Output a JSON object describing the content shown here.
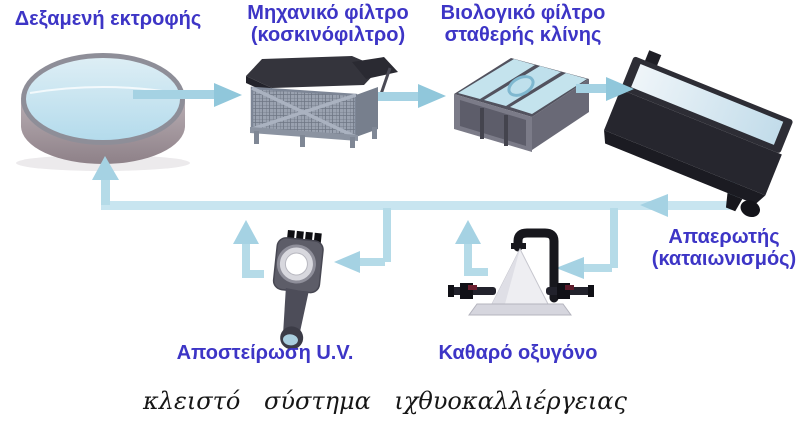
{
  "colors": {
    "label": "#3d35c6",
    "caption": "#161616",
    "arrow": "#a5d2e3",
    "arrowdeep": "#90c7db",
    "branch": "#b5dbe8",
    "line": "#c8e5f0"
  },
  "nodes": {
    "tank": {
      "label": "Δεξαμενή εκτροφής"
    },
    "mechanical_filter": {
      "line1": "Μηχανικό φίλτρο",
      "line2": "(κοσκινόφιλτρο)"
    },
    "biological_filter": {
      "line1": "Βιολογικό φίλτρο",
      "line2": "σταθερής κλίνης"
    },
    "deaerator": {
      "line1": "Απαερωτής",
      "line2": "(καταιωνισμός)"
    },
    "uv_sterilizer": {
      "label": "Αποστείρωση U.V."
    },
    "pure_oxygen": {
      "label": "Καθαρό οξυγόνο"
    }
  },
  "caption": "κλειστό σύστημα ιχθυοκαλλιέργειας"
}
